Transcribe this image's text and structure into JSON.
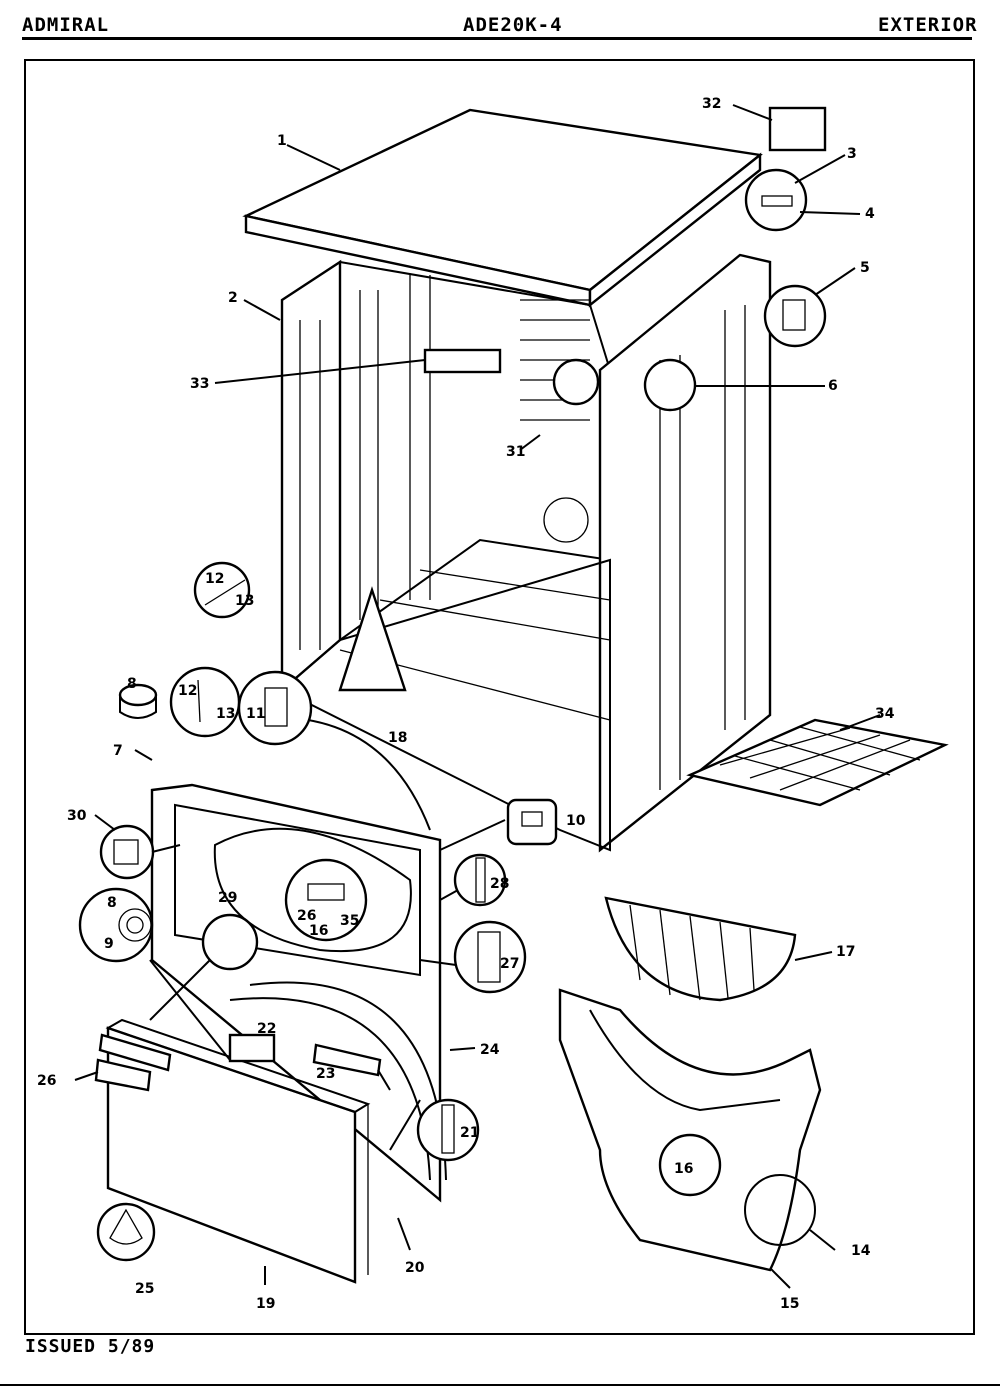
{
  "header": {
    "left": "ADMIRAL",
    "center": "ADE20K-4",
    "right": "EXTERIOR"
  },
  "footer": {
    "issued": "ISSUED 5/89"
  },
  "callouts": [
    "1",
    "2",
    "3",
    "4",
    "5",
    "6",
    "7",
    "8",
    "8",
    "9",
    "10",
    "11",
    "12",
    "12",
    "13",
    "13",
    "14",
    "15",
    "16",
    "16",
    "17",
    "18",
    "19",
    "20",
    "21",
    "22",
    "23",
    "24",
    "25",
    "26",
    "26",
    "27",
    "28",
    "29",
    "30",
    "31",
    "32",
    "33",
    "34",
    "35"
  ]
}
